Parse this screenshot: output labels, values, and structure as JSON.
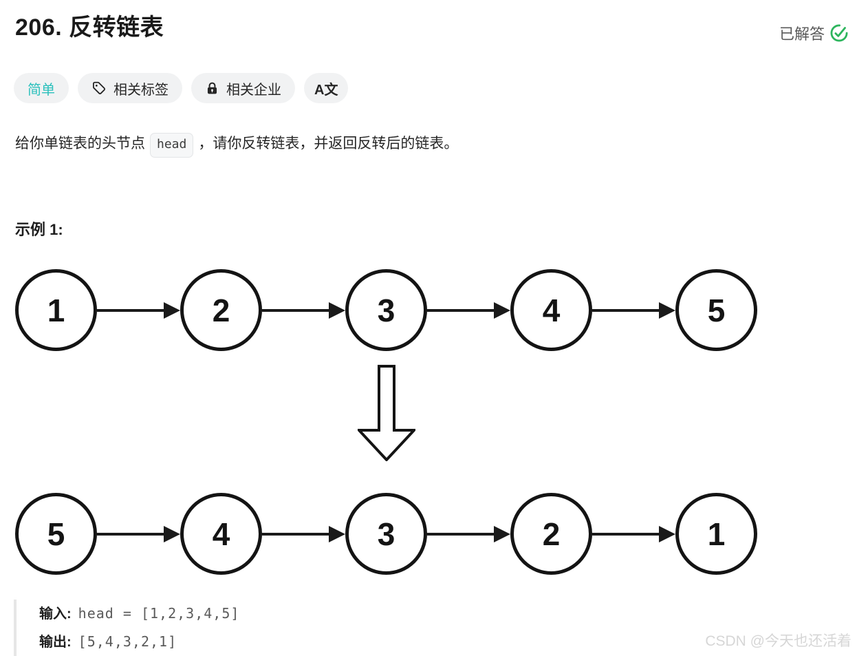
{
  "header": {
    "title": "206. 反转链表",
    "solved_label": "已解答"
  },
  "tags": {
    "difficulty_label": "简单",
    "related_tags_label": "相关标签",
    "related_companies_label": "相关企业",
    "translate_label": "A文"
  },
  "description": {
    "prefix": "给你单链表的头节点",
    "code": "head",
    "suffix": "，请你反转链表，并返回反转后的链表。"
  },
  "example": {
    "heading": "示例 1:",
    "input_label": "输入:",
    "input_value": "head = [1,2,3,4,5]",
    "output_label": "输出:",
    "output_value": "[5,4,3,2,1]"
  },
  "diagram": {
    "before": [
      "1",
      "2",
      "3",
      "4",
      "5"
    ],
    "after": [
      "5",
      "4",
      "3",
      "2",
      "1"
    ]
  },
  "colors": {
    "difficulty_easy": "#2bc0bc",
    "solved_green": "#2db55d",
    "pill_background": "#f1f2f3",
    "text_primary": "#262626",
    "text_secondary": "#595959",
    "node_stroke": "#141414",
    "watermark": "#d6d6d6"
  },
  "watermark": "CSDN @今天也还活着"
}
